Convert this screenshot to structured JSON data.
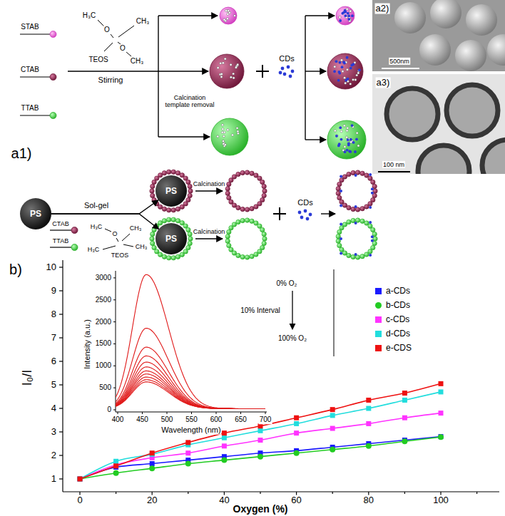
{
  "diagram": {
    "nodes": [
      {
        "text": [
          "PS"
        ]
      },
      {
        "text": [
          "PS"
        ]
      },
      {
        "text": [
          "PS"
        ]
      }
    ],
    "edges": [
      {
        "from": 0,
        "to": 1,
        "arrow": "to"
      },
      {
        "from": 0,
        "to": 2,
        "arrow": "to"
      }
    ],
    "labels": [
      "a1)",
      "STAB",
      "CTAB",
      "TTAB",
      "H₃C",
      "O",
      "CH₃",
      "O",
      "CH₃",
      "TEOS",
      "Stirring",
      "Calcination template removal",
      "CDs",
      "a2)",
      "500nm",
      "a3)",
      "100 nm",
      "Sol-gel",
      "CTAB",
      "TTAB",
      "H₃C",
      "O",
      "CH₃",
      "H₃C",
      "TEOS",
      "CH₃",
      "Calcination",
      "Calcination",
      "CDs",
      "b)",
      "10",
      "9",
      "8",
      "7",
      "6",
      "5",
      "4",
      "3",
      "2",
      "1",
      "0",
      "20",
      "40",
      "60",
      "80",
      "100",
      "I₀/I",
      "Oxygen (%)",
      "Intensity (a.u.)",
      "3000",
      "2500",
      "2000",
      "1500",
      "1000",
      "500",
      "0",
      "400",
      "450",
      "500",
      "550",
      "600",
      "650",
      "700",
      "Wavelength (nm)",
      "0% O₂",
      "10% Interval",
      "100% O₂"
    ],
    "legend": [
      {
        "text": "a-CDs",
        "color": "#1a1aff"
      },
      {
        "text": "b-CDs",
        "color": "#22cc22"
      },
      {
        "text": "c-CDs",
        "color": "#ff33ff"
      },
      {
        "text": "d-CDs",
        "color": "#22dddd"
      },
      {
        "text": "e-CDS",
        "color": "#ee1111"
      }
    ]
  }
}
